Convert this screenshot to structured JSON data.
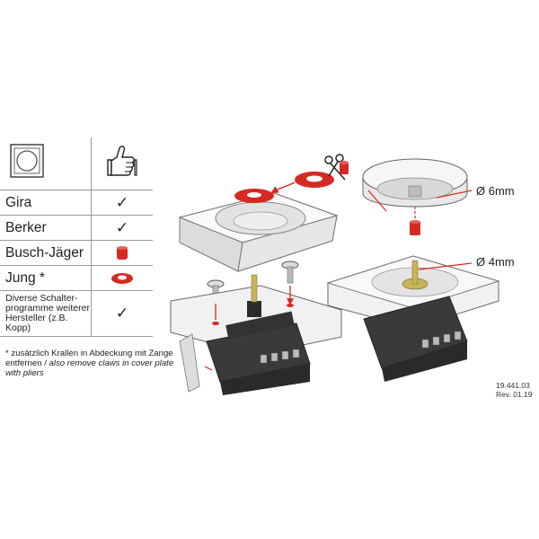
{
  "table": {
    "rows": [
      {
        "label": "Gira",
        "mark": "✓",
        "mark_type": "check"
      },
      {
        "label": "Berker",
        "mark": "✓",
        "mark_type": "check"
      },
      {
        "label": "Busch-Jäger",
        "mark": "",
        "mark_type": "red-sleeve"
      },
      {
        "label": "Jung *",
        "mark": "",
        "mark_type": "red-ring"
      },
      {
        "label": "Diverse Schalter-programme weiterer Hersteller (z.B. Kopp)",
        "mark": "✓",
        "mark_type": "check"
      }
    ],
    "header_icons": [
      "frame-icon",
      "thumbs-up-icon"
    ]
  },
  "note": {
    "german": "* zusätzlich Krallen in Abdeckung mit Zange entfernen",
    "english": "also remove claws in cover plate with pliers"
  },
  "dimensions": {
    "d6": "Ø 6mm",
    "d4": "Ø 4mm"
  },
  "reference": {
    "code": "19.441.03",
    "rev": "Rev. 01.19"
  },
  "colors": {
    "accent_red": "#d42a22",
    "frame_grey": "#e8e8e8",
    "body_dark": "#3a3a3a",
    "shaft_gold": "#c9b45a"
  }
}
